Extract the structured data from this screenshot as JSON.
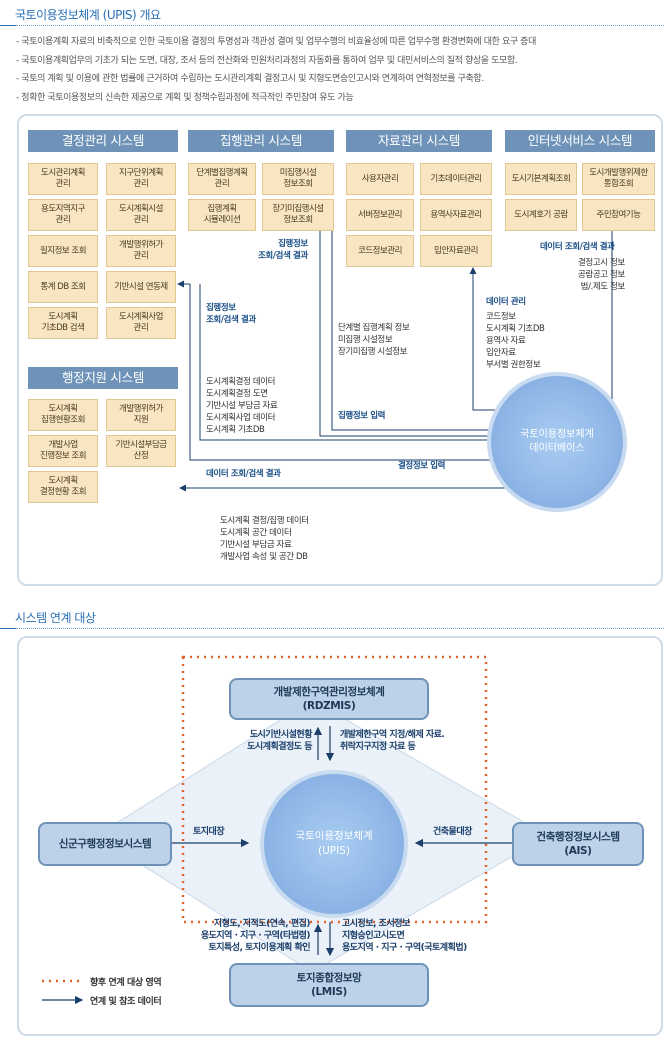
{
  "section1": {
    "title": "국토이용정보체계 (UPIS) 개요",
    "intro": [
      "- 국토이용계획 자료의 비축적으로 인한 국토이용 결정의 투명성과 객관성 결여 및 업무수행의 비효율성에 따른 업무수행 환경변화에 대한 요구 증대",
      "- 국토이용계획업무의 기초가 되는 도면, 대장, 조서 등의 전산화와 민원처리과정의 자동화를 통하여 업무 및 대민서비스의 질적 향상을 도모함.",
      "- 국토의 계획 및 이용에 관한 법률에 근거하여 수립하는 도시관리계획 결정고시 및 지형도면승인고시와 연계하여 연혁정보를 구축함.",
      "- 정확한 국토이용정보의 신속한 제공으로 계획 및 정책수립과정에 적극적인 주민참여 유도 가능"
    ]
  },
  "diagram1": {
    "systems": {
      "decision": {
        "title": "결정관리 시스템",
        "items": [
          "도시관리계획\n관리",
          "지구단위계획\n관리",
          "용도지역지구\n관리",
          "도시계획시설\n관리",
          "필지정보 조회",
          "개발행위허가\n관리",
          "통계 DB 조회",
          "기반시설 연동제",
          "도시계획\n기초DB 검색",
          "도시계획사업\n관리"
        ]
      },
      "execution": {
        "title": "집행관리 시스템",
        "items": [
          "단계별집행계획\n관리",
          "미집행시설\n정보조회",
          "집행계획\n시뮬레이션",
          "장기미집행시설\n정보조회"
        ]
      },
      "data": {
        "title": "자료관리 시스템",
        "items": [
          "사용자관리",
          "기초데이터관리",
          "서버정보관리",
          "용역사자료관리",
          "코드정보관리",
          "입안자료관리"
        ]
      },
      "internet": {
        "title": "인터넷서비스 시스템",
        "items": [
          "도시기본계획조회",
          "도시개발행위제한\n통합조회",
          "도시계호기 공람",
          "주민참여기능"
        ]
      },
      "admin": {
        "title": "행정지원 시스템",
        "items": [
          "도시계획\n집행현황조회",
          "개발행위허가\n지원",
          "개발사업\n진행정보 조회",
          "기반시설부담금\n산정",
          "도시계획\n결정현황 조회"
        ]
      }
    },
    "database": "국토이용정보체계\n데이터베이스",
    "notes": {
      "exec_query": "집행정보\n조회/검색 결과",
      "exec_query2": "집행정보\n조회/검색 결과",
      "internet_query": "데이터 조회/검색 결과",
      "internet_items": "결정고시 정보\n공람공고 정보\n법/.제도 정보",
      "data_mgmt": "데이터 관리",
      "data_mgmt_items": "코드정보\n도시계획 기초DB\n용역사 자료\n입안자료\n부서별 권한정보",
      "exec_items": "단계별 집행계획 정보\n미집행 시설정보\n장기미집행 시설정보",
      "exec_input": "집행정보 입력",
      "decision_items": "도시계획결정 데이터\n도시계획결정 도면\n기반시설 부담금 자료\n도시계획사업 데이터\n도시계획 기초DB",
      "decision_input": "결정정보 입력",
      "data_query": "데이터 조회/검색 결과",
      "bottom_items": "도시계획 결정/집행 데이터\n도시계획 공간 데이터\n기반시설 부담금 자료\n개발사업 속성 및 공간 DB"
    }
  },
  "section2": {
    "title": "시스템 연계 대상"
  },
  "diagram2": {
    "center": "국토이용정보체계\n(UPIS)",
    "top": "개발제한구역관리정보체계\n(RDZMIS)",
    "left": "신군구행정정보시스템",
    "right": "건축행정정보시스템\n(AIS)",
    "bottom": "토지종합정보망\n(LMIS)",
    "labels": {
      "top_up": "도시기반시설현황\n도시계획결정도 등",
      "top_down": "개발제한구역 지정/해제 자료.\n취락지구지정 자료 등",
      "left": "토지대장",
      "right": "건축물대장",
      "bottom_up": "지형도, 지적도(연속, 편집)\n용도지역 · 지구 · 구역(타법령)\n토지특성, 토지이용계획 확인",
      "bottom_down": "고시정보, 조서정보\n지형승인고시도면\n용도지역 · 지구 · 구역(국토계획법)"
    },
    "legend": {
      "dotted": "향후 연계 대상 영역",
      "arrow": "연계 및 참조 데이터"
    },
    "colors": {
      "dotted": "#e2632b",
      "arrow": "#1b3f6a",
      "circle": "#8fb6e6",
      "box": "#bdd2e8"
    }
  }
}
